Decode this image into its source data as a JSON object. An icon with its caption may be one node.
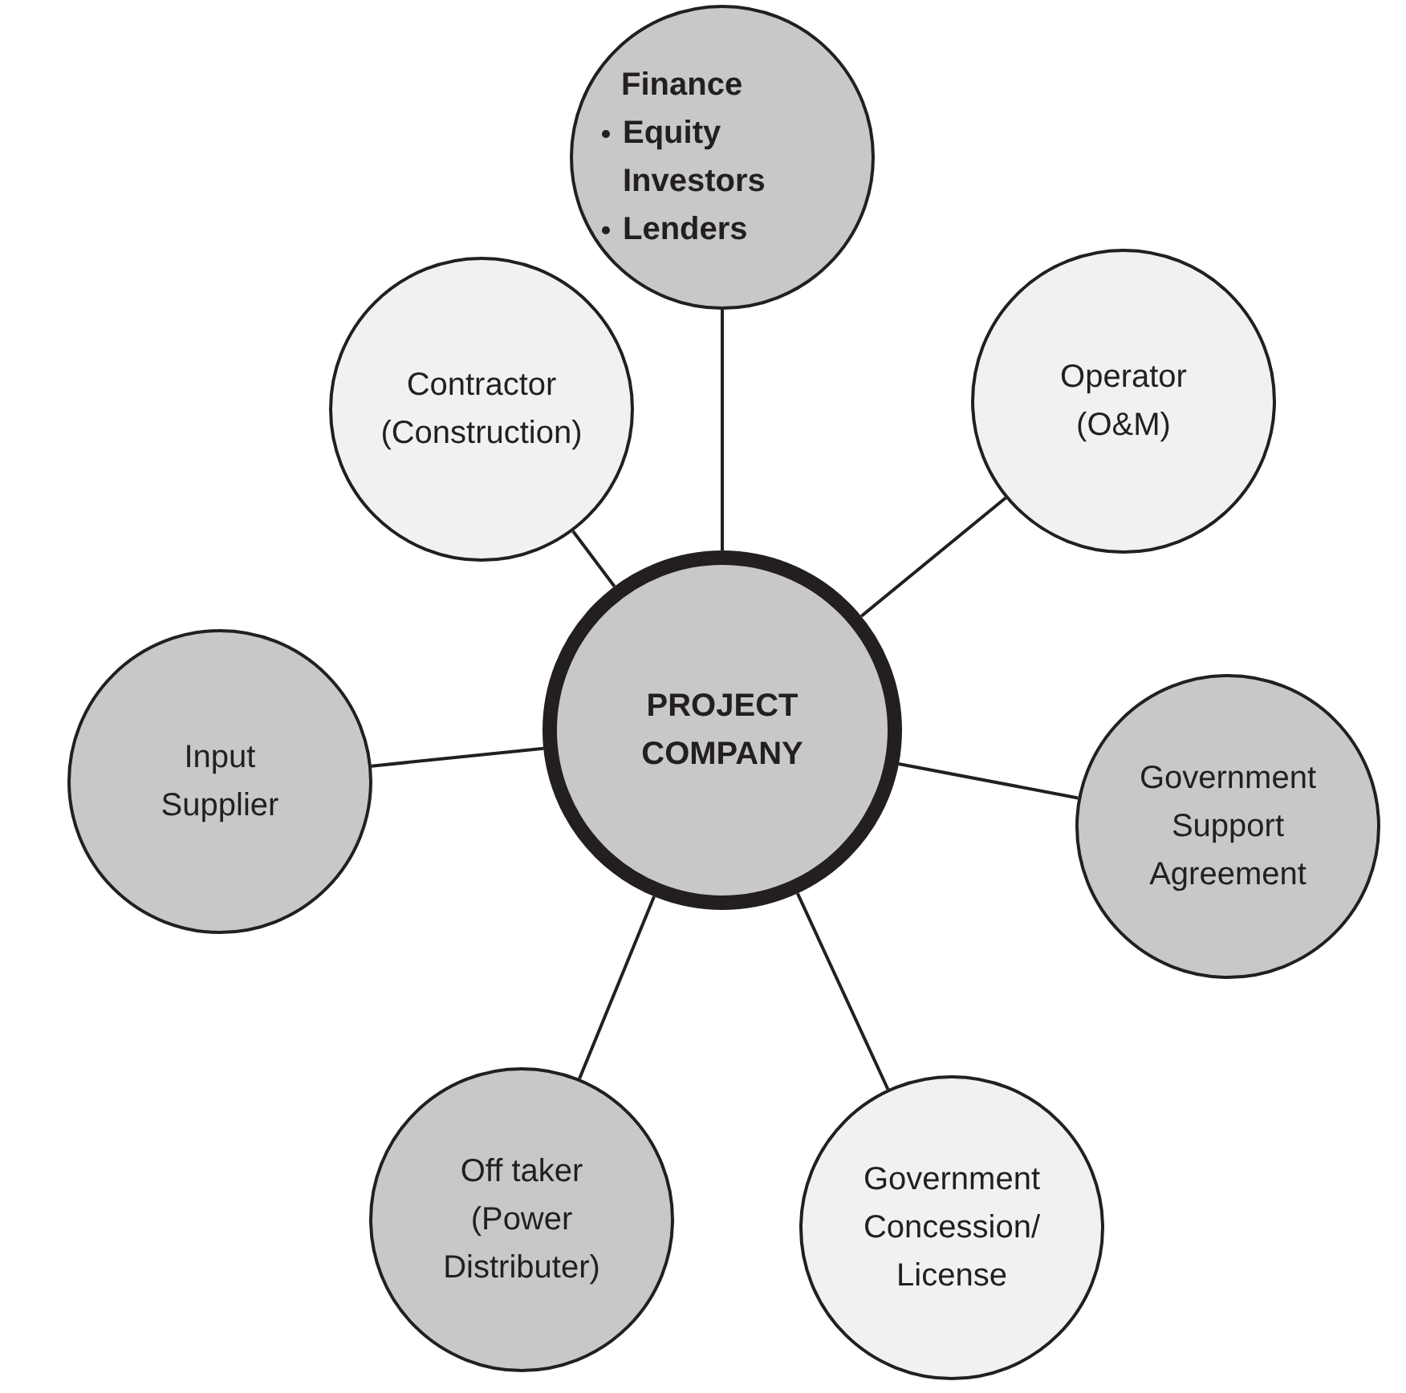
{
  "diagram": {
    "nodes": [
      {
        "text": [
          "Finance",
          "Equity Investors",
          "Lenders"
        ]
      },
      {
        "text": [
          "Contractor (Construction)"
        ]
      },
      {
        "text": [
          "Operator (O&M)"
        ]
      },
      {
        "text": [
          "PROJECT COMPANY"
        ]
      },
      {
        "text": [
          "Input Supplier"
        ]
      },
      {
        "text": [
          "Government Support Agreement"
        ]
      },
      {
        "text": [
          "Off taker (Power Distributer)"
        ]
      },
      {
        "text": [
          "Government Concession/ License"
        ]
      }
    ],
    "edges": [
      {
        "from": 3,
        "to": 0,
        "arrow": "none"
      },
      {
        "from": 3,
        "to": 1,
        "arrow": "none"
      },
      {
        "from": 3,
        "to": 2,
        "arrow": "none"
      },
      {
        "from": 3,
        "to": 4,
        "arrow": "none"
      },
      {
        "from": 3,
        "to": 5,
        "arrow": "none"
      },
      {
        "from": 3,
        "to": 6,
        "arrow": "none"
      },
      {
        "from": 3,
        "to": 7,
        "arrow": "none"
      }
    ]
  }
}
